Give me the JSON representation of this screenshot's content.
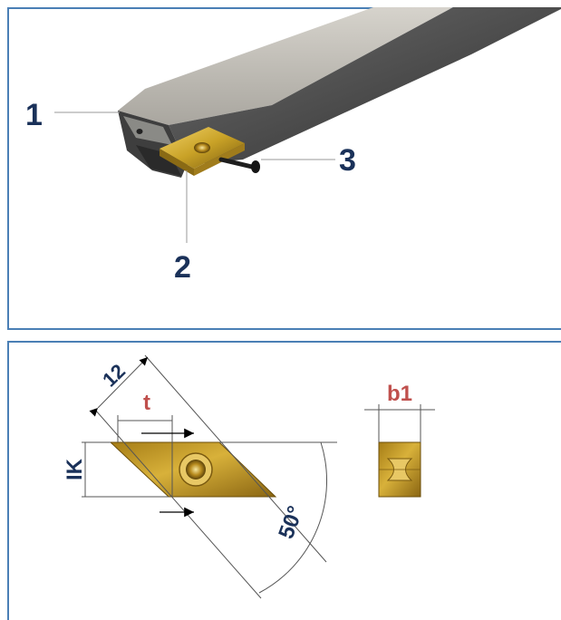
{
  "top_diagram": {
    "callouts": [
      {
        "id": "1",
        "label": "1"
      },
      {
        "id": "2",
        "label": "2"
      },
      {
        "id": "3",
        "label": "3"
      }
    ]
  },
  "bottom_diagram": {
    "dimension_labels": {
      "length": "12",
      "thickness": "t",
      "ik": "IK",
      "angle": "50°",
      "width": "b1"
    }
  },
  "colors": {
    "frame": "#4a7fb5",
    "callout_text": "#1a3159",
    "dimension_red": "#c0504d",
    "insert_gold": "#c9a227"
  }
}
